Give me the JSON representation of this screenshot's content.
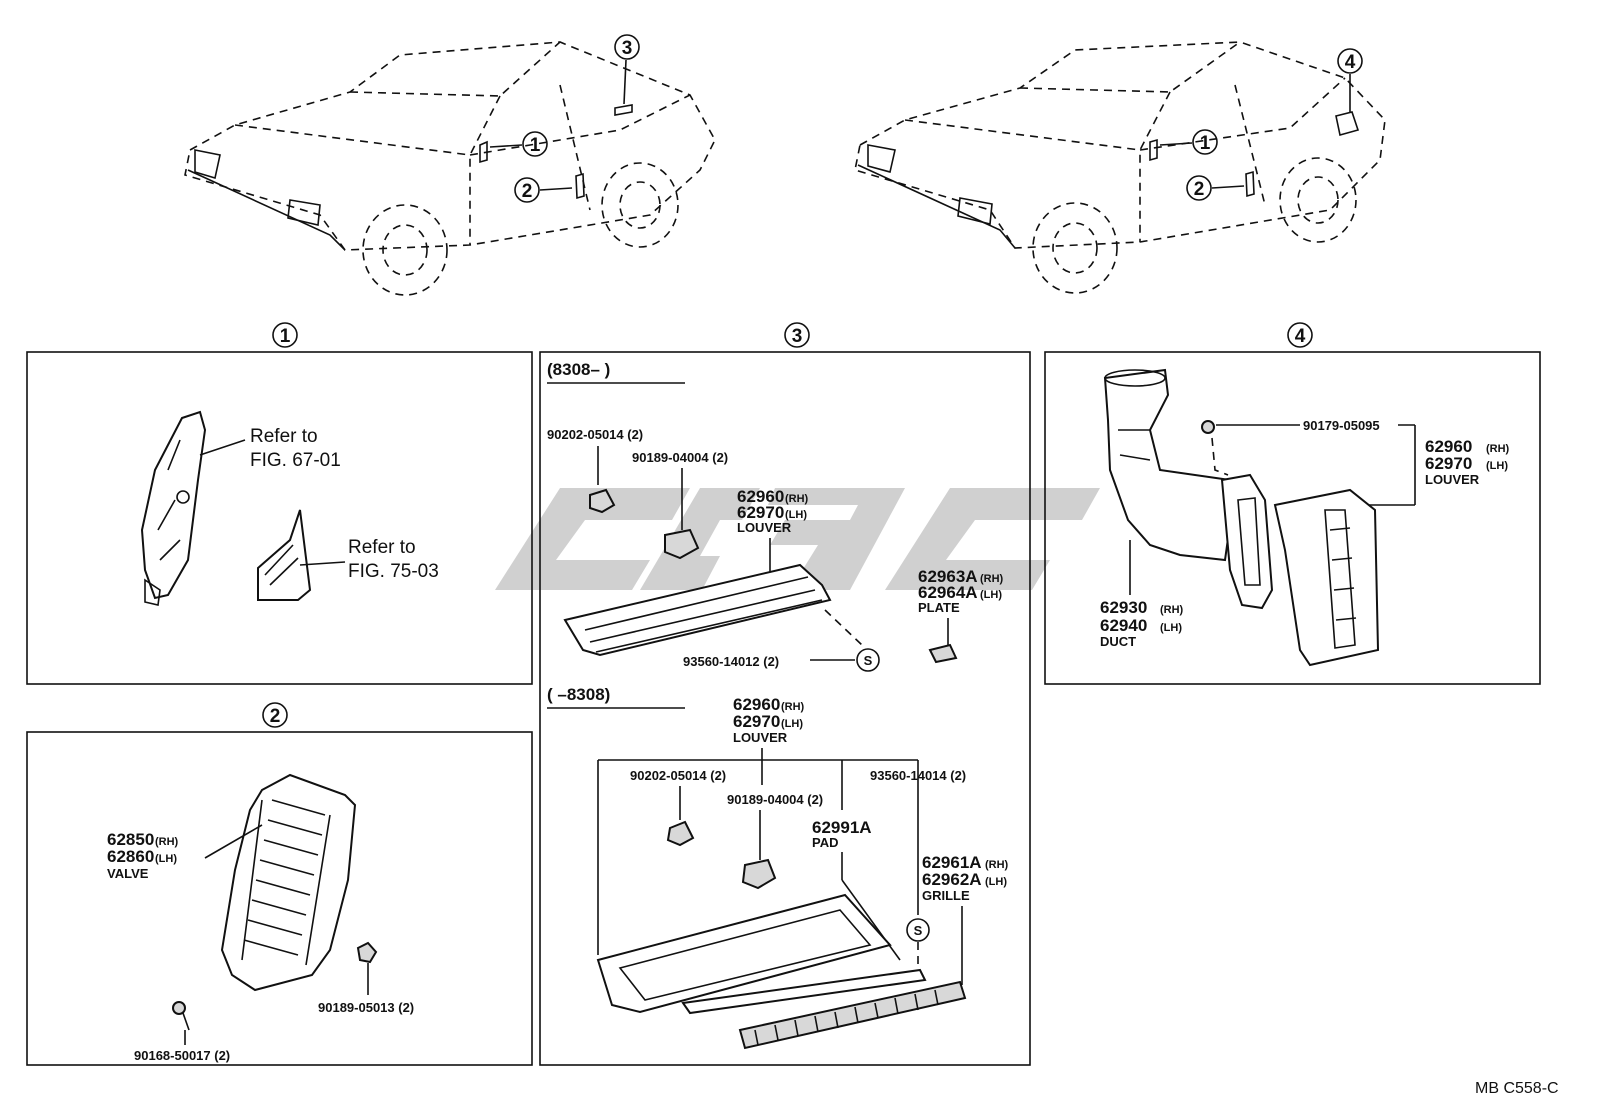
{
  "callouts": [
    "1",
    "2",
    "3",
    "4"
  ],
  "panel1": {
    "refs": [
      {
        "line1": "Refer to",
        "line2": "FIG. 67-01"
      },
      {
        "line1": "Refer to",
        "line2": "FIG. 75-03"
      }
    ]
  },
  "panel2": {
    "valve": {
      "pn1": "62850",
      "sfx1": "(RH)",
      "pn2": "62860",
      "sfx2": "(LH)",
      "name": "VALVE"
    },
    "screw": "90168-50017 (2)",
    "nut": "90189-05013 (2)"
  },
  "panel3": {
    "range_a": "(8308–      )",
    "range_b": "(      –8308)",
    "a": {
      "clip": "90202-05014 (2)",
      "nut": "90189-04004 (2)",
      "louver": {
        "pn1": "62960",
        "sfx1": "(RH)",
        "pn2": "62970",
        "sfx2": "(LH)",
        "name": "LOUVER"
      },
      "plate": {
        "pn1": "62963A",
        "sfx1": "(RH)",
        "pn2": "62964A",
        "sfx2": "(LH)",
        "name": "PLATE"
      },
      "seal": "93560-14012 (2)",
      "s_mark": "S"
    },
    "b": {
      "louver": {
        "pn1": "62960",
        "sfx1": "(RH)",
        "pn2": "62970",
        "sfx2": "(LH)",
        "name": "LOUVER"
      },
      "clip": "90202-05014 (2)",
      "nut": "90189-04004 (2)",
      "seal": "93560-14014 (2)",
      "pad": {
        "pn": "62991A",
        "name": "PAD"
      },
      "grille": {
        "pn1": "62961A",
        "sfx1": "(RH)",
        "pn2": "62962A",
        "sfx2": "(LH)",
        "name": "GRILLE"
      },
      "s_mark": "S"
    }
  },
  "panel4": {
    "screw": "90179-05095",
    "louver": {
      "pn1": "62960",
      "sfx1": "(RH)",
      "pn2": "62970",
      "sfx2": "(LH)",
      "name": "LOUVER"
    },
    "duct": {
      "pn1": "62930",
      "sfx1": "(RH)",
      "pn2": "62940",
      "sfx2": "(LH)",
      "name": "DUCT"
    }
  },
  "footer": {
    "code": "MB  C558-C"
  },
  "watermark": {
    "text": "cmc",
    "color": "#c8c8c8"
  }
}
